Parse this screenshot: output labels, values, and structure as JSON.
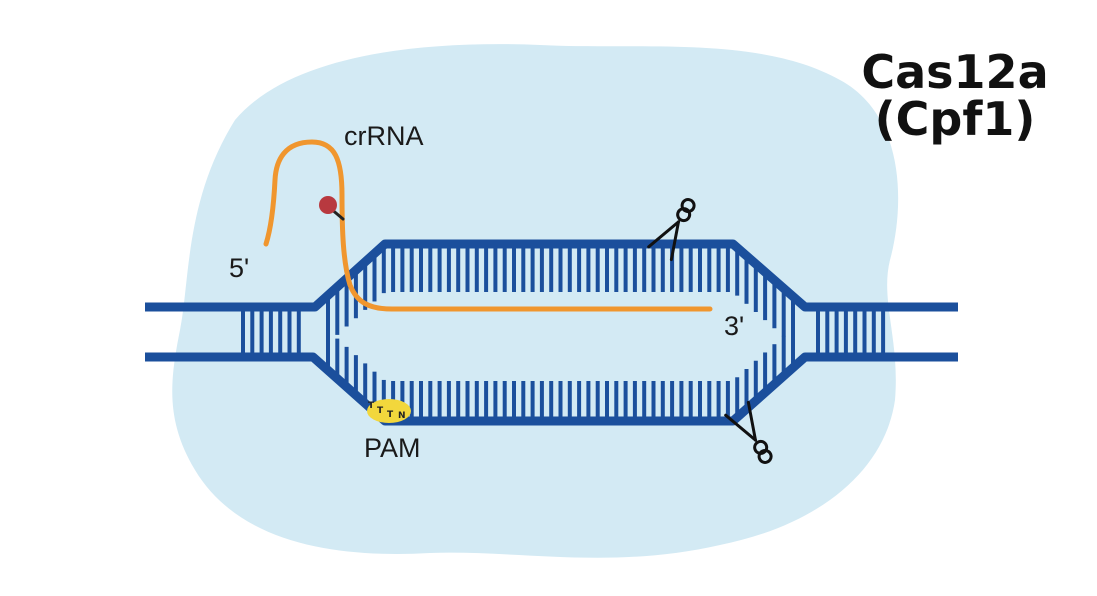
{
  "title": {
    "line1": "Cas12a",
    "line2": "(Cpf1)"
  },
  "labels": {
    "crrna": "crRNA",
    "five_prime": "5'",
    "three_prime": "3'",
    "pam": "PAM"
  },
  "pam_letters": [
    "T",
    "T",
    "T",
    "N"
  ],
  "icons": {
    "scissors_top": "scissors-icon",
    "scissors_bottom": "scissors-icon",
    "nuclease_site": "red-dot-icon"
  },
  "colors": {
    "protein_blob": "#d3eaf4",
    "dna": "#1b4f9c",
    "crrna": "#f0962e",
    "pam": "#f2d73c",
    "nuclease_dot": "#b8393f",
    "scissors": "#111111"
  }
}
